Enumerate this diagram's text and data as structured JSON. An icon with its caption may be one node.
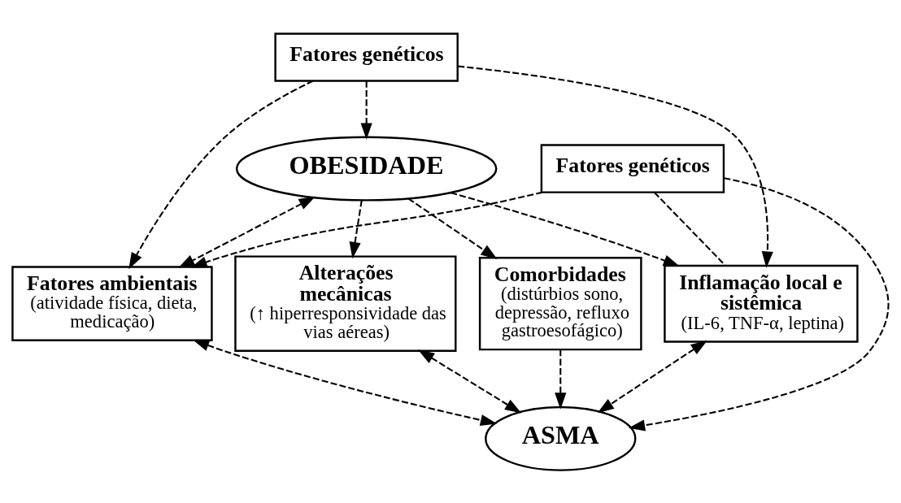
{
  "diagram": {
    "nodes": [
      {
        "text": [
          "Fatores genéticos"
        ]
      },
      {
        "text": [
          "OBESIDADE"
        ]
      },
      {
        "text": [
          "Fatores ambientais",
          "(atividade física, dieta, medicação)"
        ]
      },
      {
        "text": [
          "Alterações mecânicas",
          "(↑ hiperresponsividade das vias aéreas)"
        ]
      },
      {
        "text": [
          "Comorbidades",
          "(distúrbios sono, depressão, refluxo gastroesofágico)"
        ]
      },
      {
        "text": [
          "Inflamação local e sistêmica",
          "(IL-6, TNF-α, leptina)"
        ]
      },
      {
        "text": [
          "ASMA"
        ]
      },
      {
        "text": [
          "Fatores genéticos"
        ]
      }
    ],
    "edges": [
      {
        "from": 0,
        "to": 1,
        "arrow": "to",
        "style": "dashed"
      },
      {
        "from": 0,
        "to": 2,
        "arrow": "to",
        "style": "dashed"
      },
      {
        "from": 0,
        "to": 5,
        "arrow": "to",
        "style": "dashed"
      },
      {
        "from": 1,
        "to": 2,
        "arrow": "both",
        "style": "dashed"
      },
      {
        "from": 1,
        "to": 3,
        "arrow": "to",
        "style": "dashed"
      },
      {
        "from": 1,
        "to": 4,
        "arrow": "to",
        "style": "dashed"
      },
      {
        "from": 1,
        "to": 5,
        "arrow": "to",
        "style": "dashed"
      },
      {
        "from": 3,
        "to": 6,
        "arrow": "both",
        "style": "dashed"
      },
      {
        "from": 4,
        "to": 6,
        "arrow": "to",
        "style": "dashed"
      },
      {
        "from": 2,
        "to": 6,
        "arrow": "both",
        "style": "dashed"
      },
      {
        "from": 5,
        "to": 6,
        "arrow": "both",
        "style": "dashed"
      },
      {
        "from": 7,
        "to": 6,
        "arrow": "to",
        "style": "dashed"
      },
      {
        "from": 7,
        "to": 2,
        "arrow": "to",
        "style": "dashed"
      },
      {
        "from": 7,
        "to": 5,
        "arrow": "none",
        "style": "dashed"
      }
    ]
  }
}
